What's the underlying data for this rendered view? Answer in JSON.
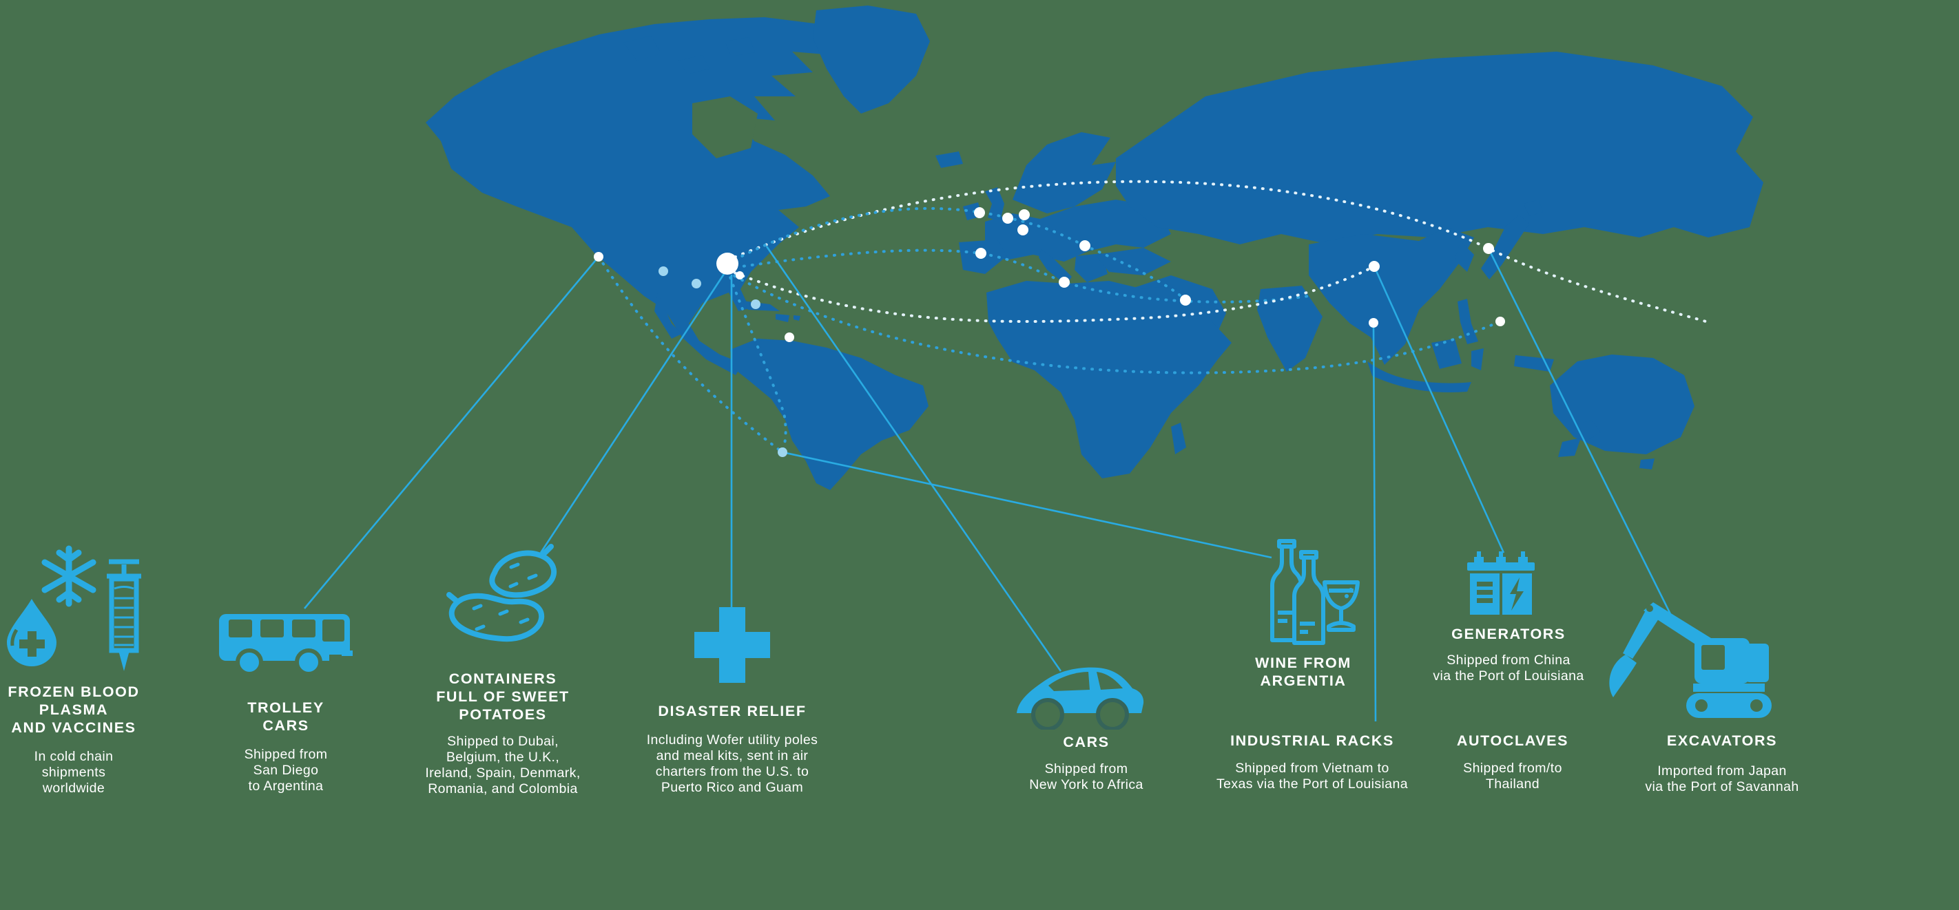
{
  "colors": {
    "bg": "#47714E",
    "land": "#1567A9",
    "accent": "#29ABE2",
    "route-light": "#E4F3FB",
    "route-blue": "#2FA1DB",
    "port-blue": "#9FD6F0",
    "wheel-ring": "#35645A"
  },
  "cargo_items": [
    {
      "id": "frozen-blood-plasma",
      "title": "FROZEN BLOOD\nPLASMA\nAND VACCINES",
      "body": "In cold chain\nshipments\nworldwide",
      "icon": "snowflake-droplet-syringe-icon"
    },
    {
      "id": "trolley-cars",
      "title": "TROLLEY\nCARS",
      "body": "Shipped from\nSan Diego\nto Argentina",
      "icon": "trolley-bus-icon"
    },
    {
      "id": "sweet-potatoes",
      "title": "CONTAINERS\nFULL OF SWEET\nPOTATOES",
      "body": "Shipped to Dubai,\nBelgium, the U.K.,\nIreland, Spain, Denmark,\nRomania, and Colombia",
      "icon": "sweet-potatoes-icon"
    },
    {
      "id": "disaster-relief",
      "title": "DISASTER RELIEF",
      "body": "Including Wofer utility poles\nand meal kits, sent in air\ncharters from the U.S. to\nPuerto Rico and Guam",
      "icon": "medical-cross-icon"
    },
    {
      "id": "cars",
      "title": "CARS",
      "body": "Shipped from\nNew York to Africa",
      "icon": "car-icon"
    },
    {
      "id": "wine-from-argentia",
      "title": "WINE FROM\nARGENTIA",
      "body": "",
      "icon": "wine-bottles-glass-icon"
    },
    {
      "id": "industrial-racks",
      "title": "INDUSTRIAL RACKS",
      "body": "Shipped from Vietnam to\nTexas via the Port of Louisiana",
      "icon": ""
    },
    {
      "id": "generators",
      "title": "GENERATORS",
      "body": "Shipped from China\nvia the Port of Louisiana",
      "icon": "generator-battery-icon"
    },
    {
      "id": "autoclaves",
      "title": "AUTOCLAVES",
      "body": "Shipped from/to\nThailand",
      "icon": ""
    },
    {
      "id": "excavators",
      "title": "EXCAVATORS",
      "body": "Imported from Japan\nvia the Port of Savannah",
      "icon": "excavator-icon"
    }
  ]
}
